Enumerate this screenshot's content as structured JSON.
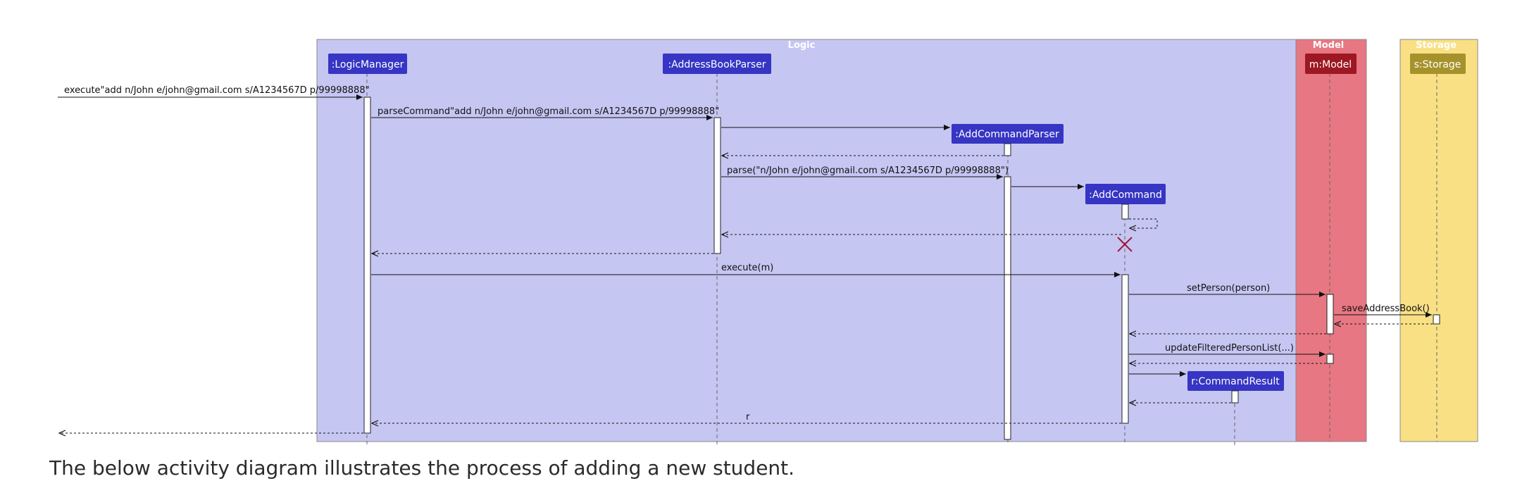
{
  "groups": {
    "logic": {
      "title": "Logic",
      "color": "#c6c6f3"
    },
    "model": {
      "title": "Model",
      "color": "#e77782"
    },
    "storage": {
      "title": "Storage",
      "color": "#f9e085"
    }
  },
  "participants": {
    "logic_manager": {
      "label": ":LogicManager",
      "color": "#3635c4"
    },
    "address_book_parser": {
      "label": ":AddressBookParser",
      "color": "#3635c4"
    },
    "add_command_parser": {
      "label": ":AddCommandParser",
      "color": "#3635c4"
    },
    "add_command": {
      "label": ":AddCommand",
      "color": "#3635c4"
    },
    "command_result": {
      "label": "r:CommandResult",
      "color": "#3635c4"
    },
    "model": {
      "label": "m:Model",
      "color": "#9d1822"
    },
    "storage": {
      "label": "s:Storage",
      "color": "#a5922b"
    }
  },
  "messages": {
    "execute_input": "execute\"add n/John e/john@gmail.com s/A1234567D p/99998888\"",
    "parse_command": "parseCommand\"add n/John e/john@gmail.com s/A1234567D p/99998888\"",
    "parse": "parse(\"n/John e/john@gmail.com s/A1234567D p/99998888\")",
    "execute_m": "execute(m)",
    "set_person": "setPerson(person)",
    "save_address_book": "saveAddressBook()",
    "update_filtered": "updateFilteredPersonList(...)",
    "return_r": "r"
  },
  "caption": "The below activity diagram illustrates the process of adding a new student."
}
